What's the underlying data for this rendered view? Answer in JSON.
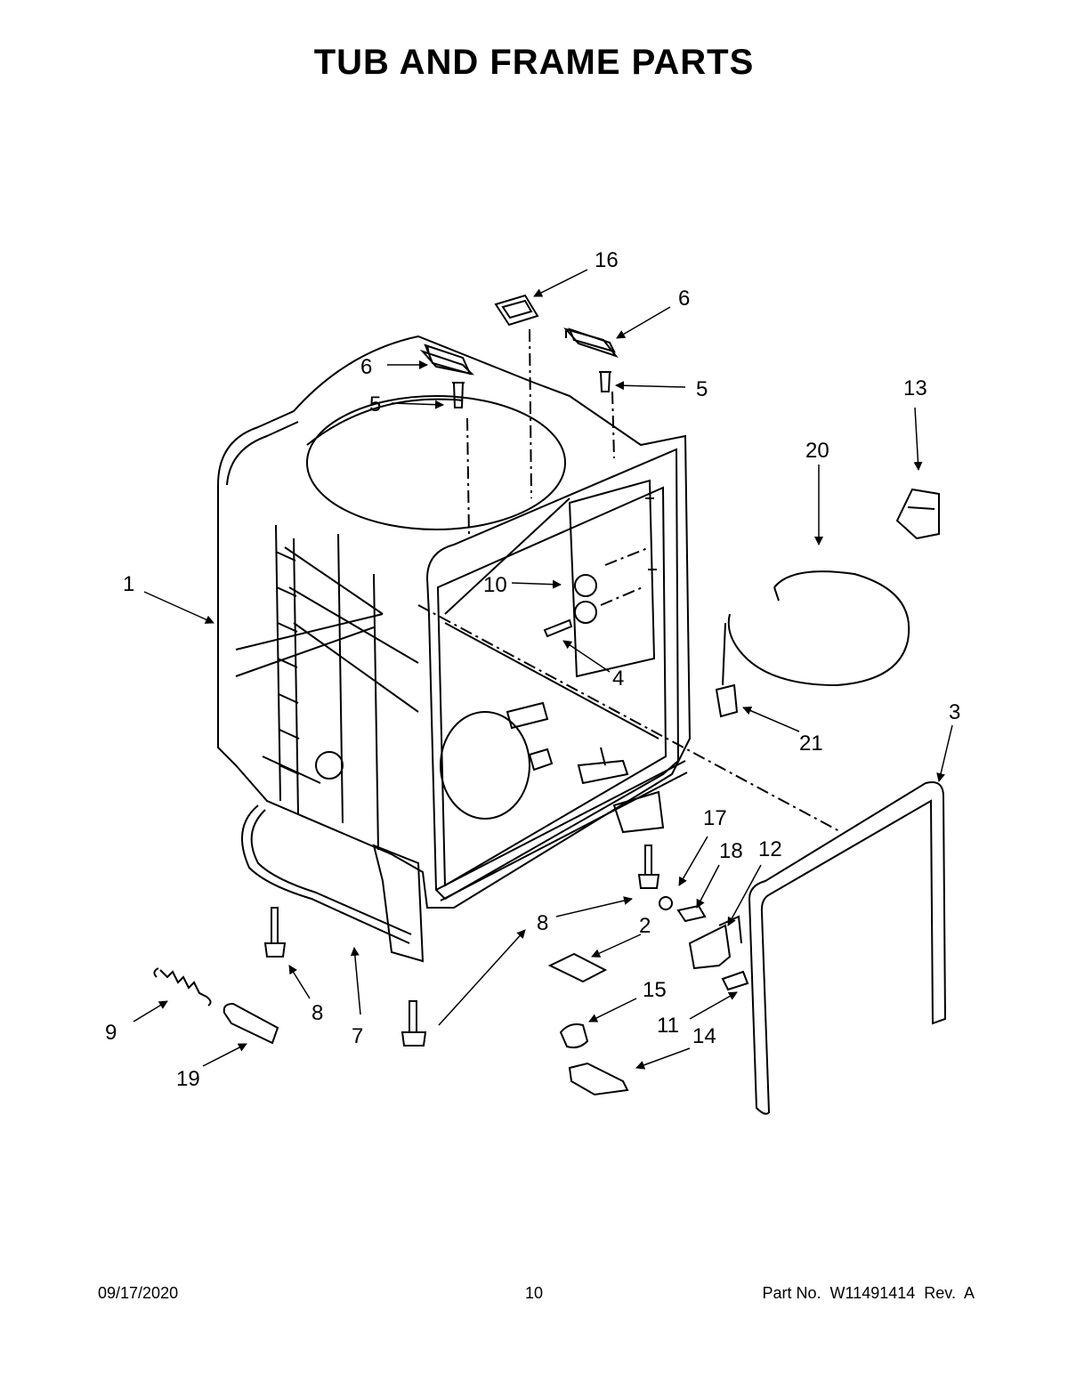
{
  "title": "TUB AND FRAME PARTS",
  "footer": {
    "date": "09/17/2020",
    "page": "10",
    "part_no": "Part No.  W11491414  Rev.  A"
  },
  "callouts": {
    "c1": "1",
    "c2": "2",
    "c3": "3",
    "c4": "4",
    "c5a": "5",
    "c5b": "5",
    "c6a": "6",
    "c6b": "6",
    "c7": "7",
    "c8a": "8",
    "c8b": "8",
    "c9": "9",
    "c10": "10",
    "c11": "11",
    "c12": "12",
    "c13": "13",
    "c14": "14",
    "c15": "15",
    "c16": "16",
    "c17": "17",
    "c18": "18",
    "c19": "19",
    "c20": "20",
    "c21": "21"
  }
}
